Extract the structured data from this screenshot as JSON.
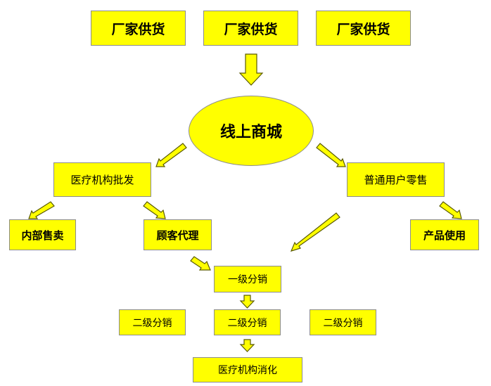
{
  "supply": {
    "s1": "厂家供货",
    "s2": "厂家供货",
    "s3": "厂家供货"
  },
  "mall": "线上商城",
  "wholesale": "医疗机构批发",
  "retail": "普通用户零售",
  "internal": "内部售卖",
  "agent": "顾客代理",
  "product_use": "产品使用",
  "level1": "一级分销",
  "level2": {
    "left": "二级分销",
    "center": "二级分销",
    "right": "二级分销"
  },
  "consume": "医疗机构消化",
  "colors": {
    "fill": "#ffff00",
    "border": "#8c8c8c",
    "arrow_stroke": "#5a5a00"
  }
}
